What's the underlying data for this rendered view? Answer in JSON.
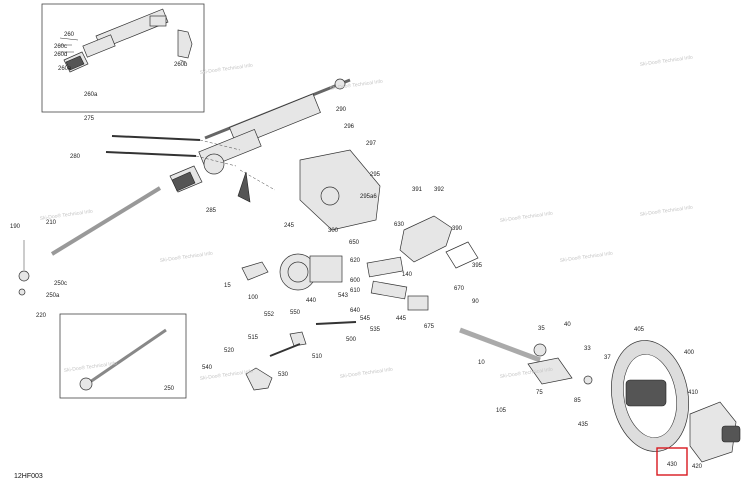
{
  "diagram_code": "12HF003",
  "watermark_text": "Ski-Doo® Technical Info",
  "highlight_color": "#d9181e",
  "highlighted_callout": "430",
  "callouts": [
    "260",
    "260c",
    "260d",
    "260e",
    "260b",
    "260a",
    "275",
    "280",
    "285",
    "290",
    "295",
    "295a6",
    "296",
    "297",
    "300",
    "391",
    "392",
    "395",
    "390",
    "630",
    "650",
    "620",
    "600",
    "610",
    "140",
    "640",
    "543",
    "545",
    "445",
    "670",
    "675",
    "90",
    "15",
    "100",
    "245",
    "190",
    "210",
    "250c",
    "250a",
    "220",
    "250",
    "440",
    "552",
    "550",
    "515",
    "510",
    "500",
    "535",
    "520",
    "540",
    "530",
    "10",
    "105",
    "35",
    "40",
    "37",
    "75",
    "33",
    "85",
    "435",
    "405",
    "400",
    "410",
    "420"
  ]
}
